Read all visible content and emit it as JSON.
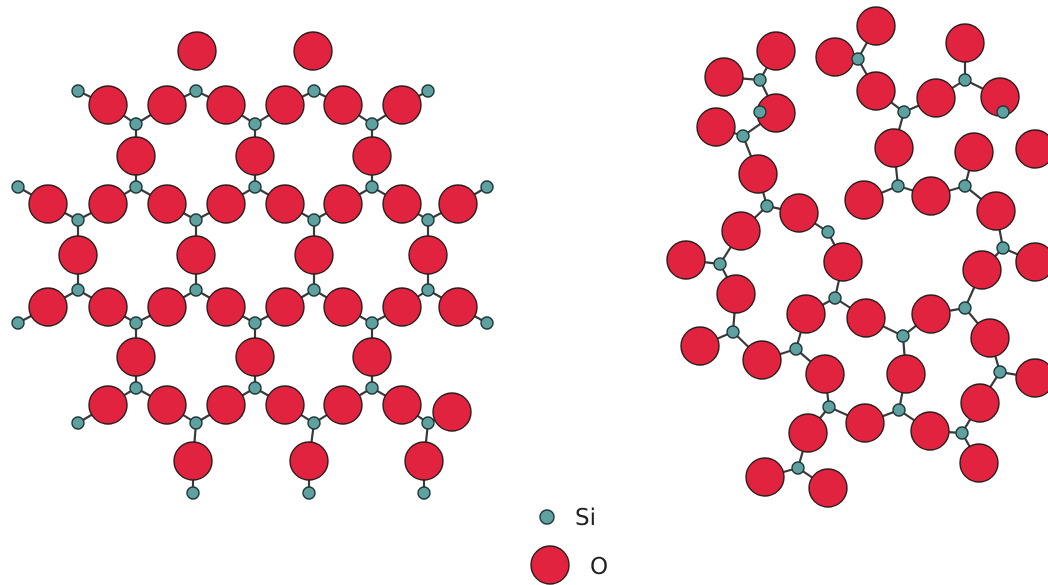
{
  "colors": {
    "oxygen": "#e2233f",
    "silicon": "#5fa0a0",
    "bond": "#3a3a3a",
    "background": "#ffffff"
  },
  "panels": [
    {
      "id": "crystalline-network"
    },
    {
      "id": "amorphous-network"
    }
  ],
  "legend": {
    "items": [
      {
        "symbol": "silicon-atom",
        "label": "Si"
      },
      {
        "symbol": "oxygen-atom",
        "label": "O"
      }
    ]
  }
}
